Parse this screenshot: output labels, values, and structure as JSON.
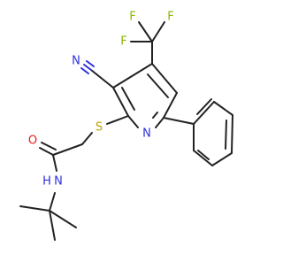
{
  "colors": {
    "background": "#ffffff",
    "carbon_bond": "#222222",
    "nitrogen": "#2f2fdc",
    "oxygen": "#e0201a",
    "sulfur": "#b8a200",
    "fluorine": "#8ab800"
  },
  "molecule": {
    "labels": {
      "fluorine_1": "F",
      "fluorine_2": "F",
      "fluorine_3": "F",
      "nitrile_nitrogen": "N",
      "pyridine_nitrogen": "N",
      "sulfur": "S",
      "oxygen": "O",
      "amide_nitrogen": "N",
      "amide_hydrogen": "H"
    }
  }
}
